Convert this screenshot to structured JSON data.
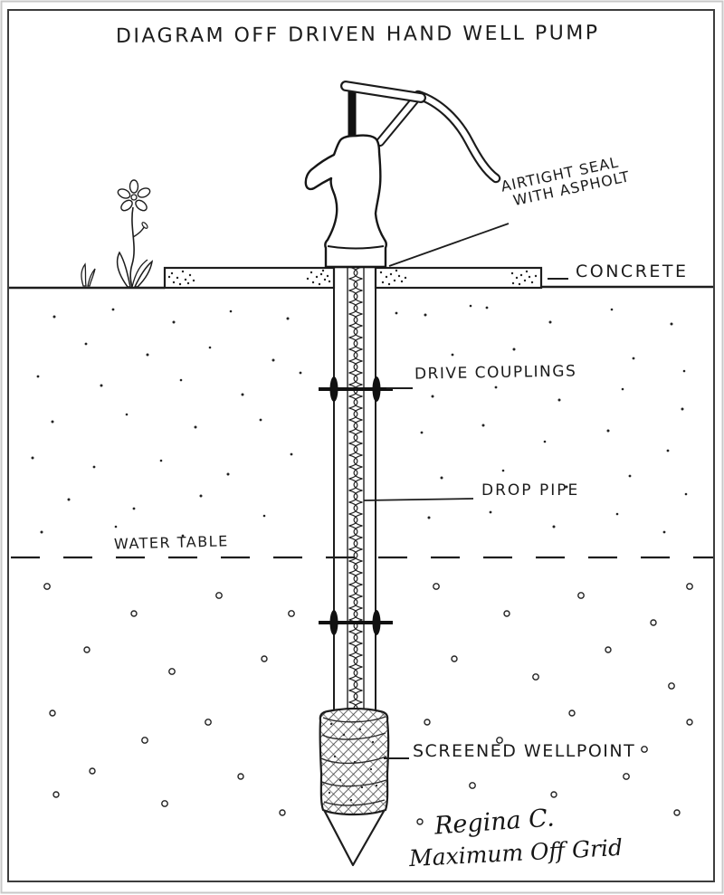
{
  "title": "DIAGRAM OFF DRIVEN HAND WELL PUMP",
  "labels": {
    "airtight_seal_line1": "AIRTIGHT SEAL",
    "airtight_seal_line2": "WITH ASPHOLT",
    "concrete": "CONCRETE",
    "drive_couplings": "DRIVE COUPLINGS",
    "drop_pipe": "DROP PIPE",
    "water_table": "WATER TABLE",
    "screened_wellpoint": "SCREENED WELLPOINT"
  },
  "signature": {
    "line1": "Regina C.",
    "line2": "Maximum Off Grid"
  },
  "colors": {
    "ink": "#1b1b1b",
    "paper": "#ffffff",
    "border": "#3d3d3d"
  }
}
